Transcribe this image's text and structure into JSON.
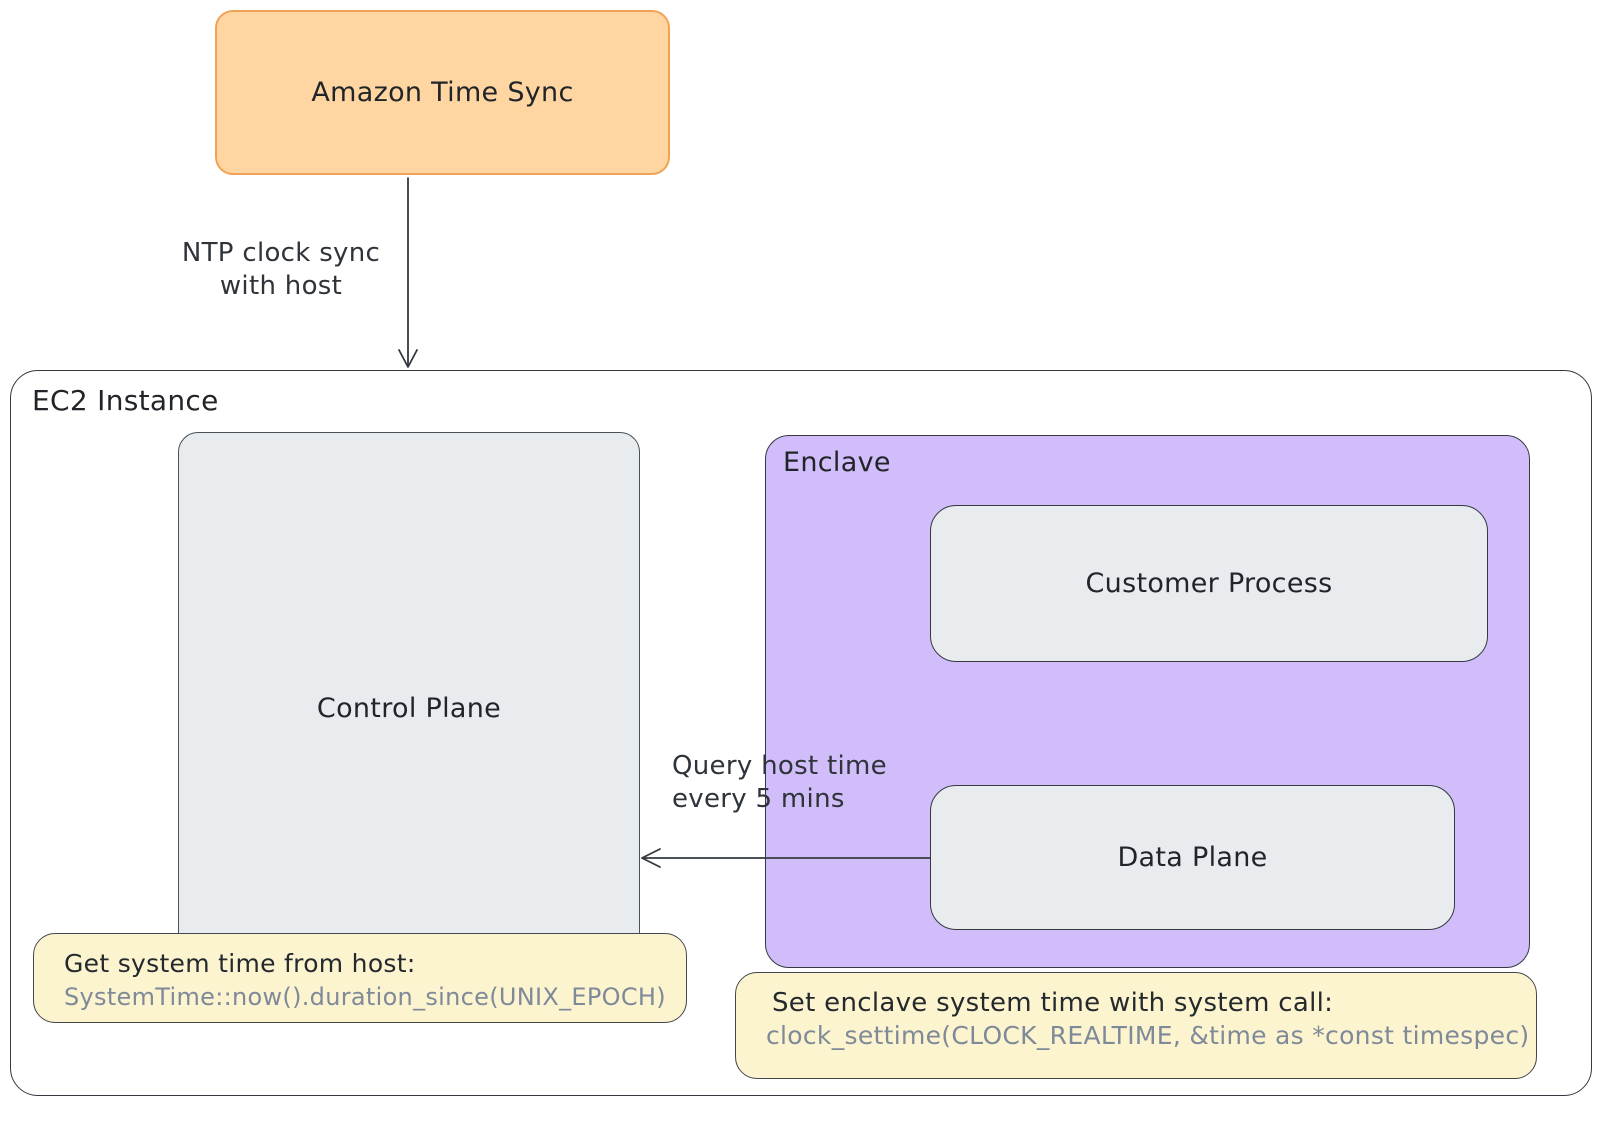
{
  "colors": {
    "stroke": "#343a40",
    "orange_fill": "#ffd5a1",
    "orange_border": "#f1a355",
    "purple_fill": "#d1bdf9",
    "gray_fill": "#e9ecef",
    "gray_border": "#495057",
    "yellow_fill": "#fcf3cf",
    "yellow_border": "#43464b",
    "code_text": "#7f8a99",
    "label_text": "#212529"
  },
  "nodes": {
    "amazon_time_sync": {
      "label": "Amazon Time Sync"
    },
    "ec2_instance": {
      "label": "EC2 Instance"
    },
    "control_plane": {
      "label": "Control Plane"
    },
    "enclave": {
      "label": "Enclave"
    },
    "customer_process": {
      "label": "Customer Process"
    },
    "data_plane": {
      "label": "Data Plane"
    }
  },
  "edges": {
    "ntp_sync": {
      "label_line1": "NTP clock sync",
      "label_line2": "with host",
      "direction": "Amazon Time Sync -> EC2 Instance"
    },
    "query_host_time": {
      "label_line1": "Query host time",
      "label_line2": "every 5 mins",
      "direction": "Data Plane -> Control Plane"
    }
  },
  "notes": {
    "host_time": {
      "title": "Get system time from host:",
      "code": "SystemTime::now().duration_since(UNIX_EPOCH)"
    },
    "enclave_time": {
      "title": "Set enclave system time with system call:",
      "code": "clock_settime(CLOCK_REALTIME, &time as *const timespec)"
    }
  }
}
